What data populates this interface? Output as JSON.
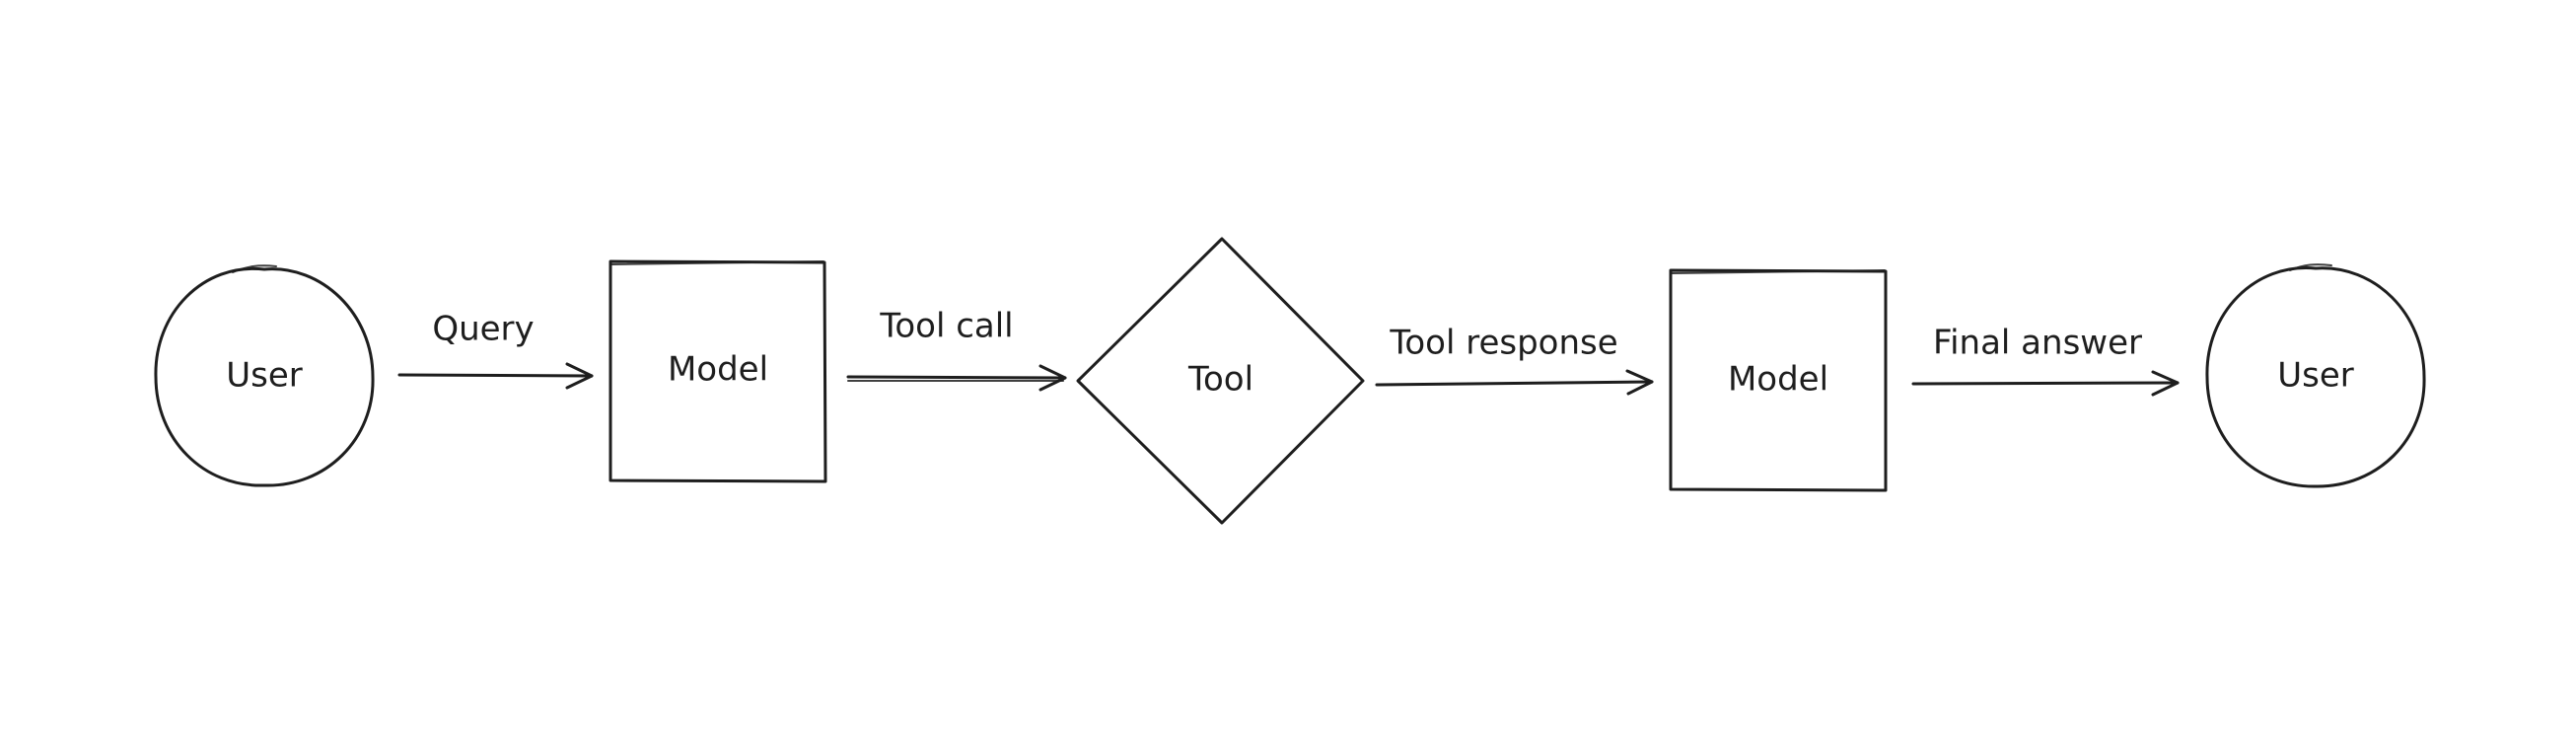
{
  "nodes": {
    "user_start": {
      "label": "User"
    },
    "model_1": {
      "label": "Model"
    },
    "tool": {
      "label": "Tool"
    },
    "model_2": {
      "label": "Model"
    },
    "user_end": {
      "label": "User"
    }
  },
  "edges": {
    "query": {
      "label": "Query"
    },
    "tool_call": {
      "label": "Tool call"
    },
    "tool_response": {
      "label": "Tool response"
    },
    "final_answer": {
      "label": "Final answer"
    }
  },
  "colors": {
    "stroke": "#1e1e1e",
    "background": "#ffffff"
  }
}
